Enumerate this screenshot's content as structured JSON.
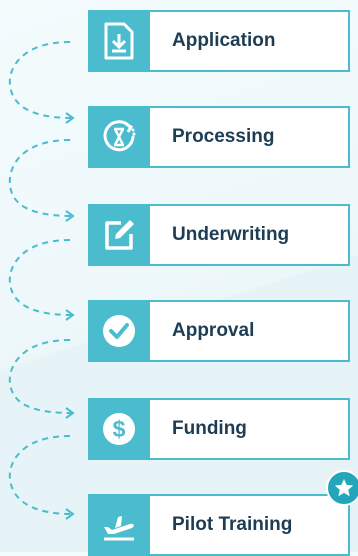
{
  "steps": [
    {
      "label": "Application",
      "icon": "download-file-icon"
    },
    {
      "label": "Processing",
      "icon": "hourglass-refresh-icon"
    },
    {
      "label": "Underwriting",
      "icon": "edit-document-icon"
    },
    {
      "label": "Approval",
      "icon": "check-circle-icon"
    },
    {
      "label": "Funding",
      "icon": "dollar-circle-icon"
    },
    {
      "label": "Pilot Training",
      "icon": "airplane-takeoff-icon"
    }
  ],
  "badge": {
    "icon": "star-icon"
  },
  "colors": {
    "accent": "#4bbccd",
    "text": "#1d3d54",
    "badge": "#23a6b9"
  }
}
